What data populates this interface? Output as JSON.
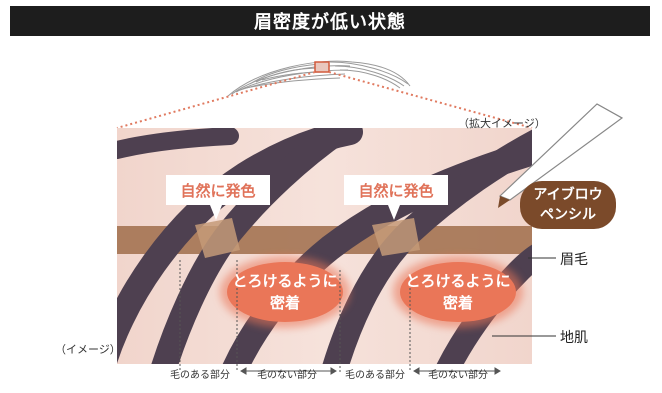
{
  "title": "眉密度が低い状態",
  "zoom_label": "（拡大イメージ）",
  "image_note": "（イメージ）",
  "callouts": {
    "natural_color": "自然に発色",
    "melt_line1": "とろけるように",
    "melt_line2": "密着"
  },
  "pencil": {
    "line1": "アイブロウ",
    "line2": "ペンシル"
  },
  "labels": {
    "eyebrow": "眉毛",
    "skin": "地肌"
  },
  "segments": [
    "毛のある部分",
    "毛のない部分",
    "毛のある部分",
    "毛のない部分"
  ],
  "colors": {
    "title_bg": "#1d1d1d",
    "skin_bg": "#f4d8d0",
    "hair": "#4e4050",
    "pencil_band": "#a47352",
    "callout_orange": "#ea7658",
    "pencil_badge": "#7b4a2a"
  }
}
